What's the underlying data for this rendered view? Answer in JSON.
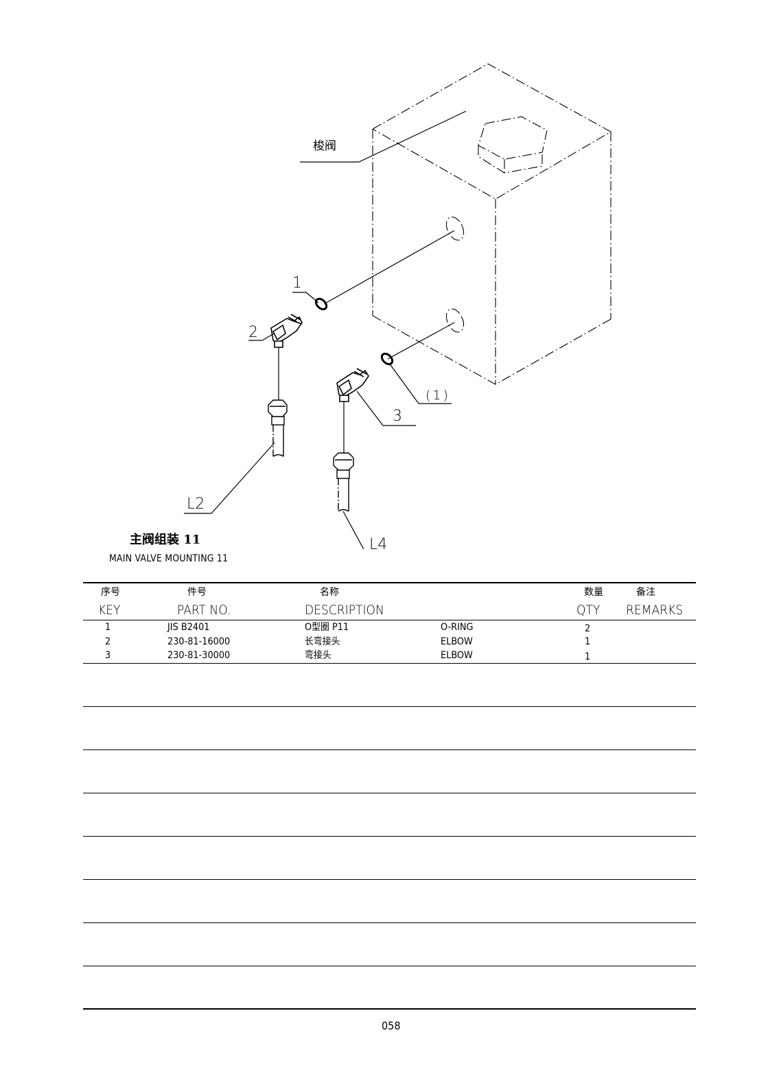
{
  "drawing": {
    "valve_label": "梭阀",
    "callouts": [
      "1",
      "2",
      "(1)",
      "3",
      "L2",
      "L4"
    ]
  },
  "title": {
    "cn": "主阀组装 11",
    "en": "MAIN VALVE MOUNTING 11"
  },
  "table": {
    "headers_cn": [
      "序号",
      "件号",
      "名称",
      "数量",
      "备注"
    ],
    "headers_en": [
      "KEY",
      "PART NO.",
      "DESCRIPTION",
      "QTY",
      "REMARKS"
    ],
    "rows": [
      {
        "key": "1",
        "part_no": "JIS B2401",
        "desc_cn": "O型圈 P11",
        "desc_en": "O-RING",
        "qty": "2",
        "remarks": ""
      },
      {
        "key": "2",
        "part_no": "230-81-16000",
        "desc_cn": "长弯接头",
        "desc_en": "ELBOW",
        "qty": "1",
        "remarks": ""
      },
      {
        "key": "3",
        "part_no": "230-81-30000",
        "desc_cn": "弯接头",
        "desc_en": "ELBOW",
        "qty": "1",
        "remarks": ""
      }
    ]
  },
  "page_number": "058"
}
